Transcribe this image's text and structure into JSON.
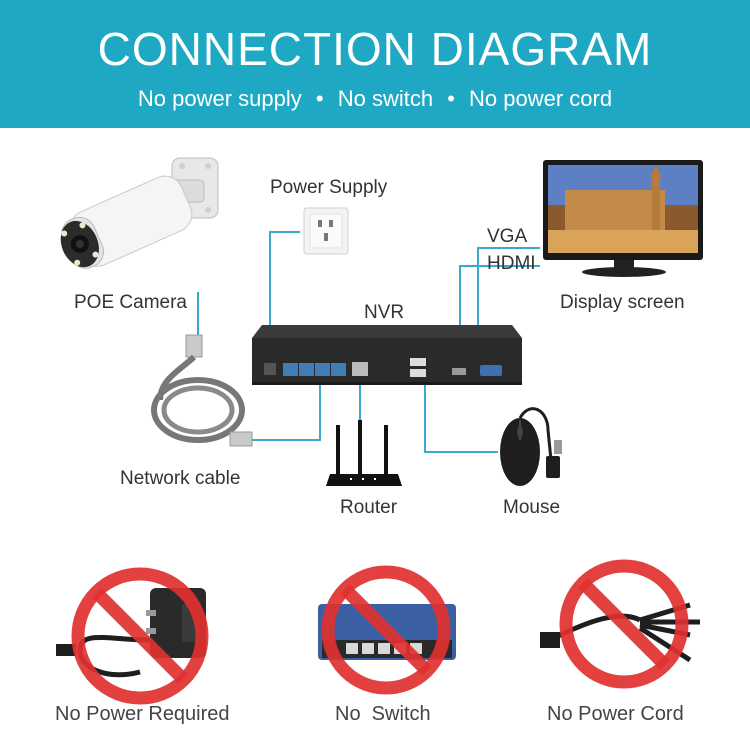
{
  "header": {
    "title": "CONNECTION  DIAGRAM",
    "features": [
      "No power supply",
      "No switch",
      "No power cord"
    ],
    "bullet": "•"
  },
  "labels": {
    "poe_camera": "POE Camera",
    "power_supply": "Power Supply",
    "vga": "VGA",
    "hdmi": "HDMI",
    "display_screen": "Display screen",
    "nvr": "NVR",
    "network_cable": "Network cable",
    "router": "Router",
    "mouse": "Mouse"
  },
  "bottom": {
    "no_power_required": "No Power Required",
    "no_switch": "No  Switch",
    "no_power_cord": "No Power Cord"
  },
  "colors": {
    "header_bg": "#1fa8c4",
    "line": "#39aacb",
    "prohibit": "#e0312f"
  }
}
